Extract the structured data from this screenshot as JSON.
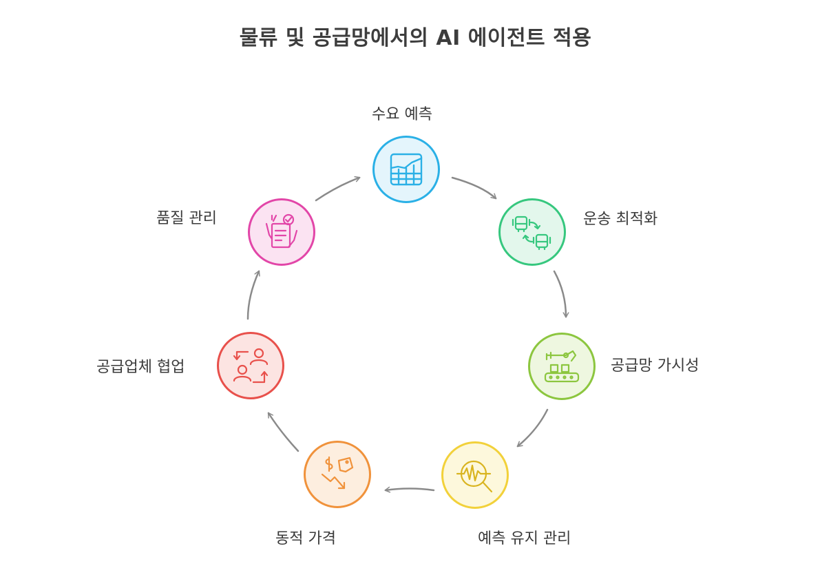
{
  "title": "물류 및 공급망에서의 AI 에이전트 적용",
  "nodes": [
    {
      "id": "demand",
      "label": "수요 예측",
      "icon": "chart-grid-icon",
      "color": "#2ab0e6",
      "fill": "#e4f5fc"
    },
    {
      "id": "transport",
      "label": "운송 최적화",
      "icon": "bus-route-icon",
      "color": "#36c77e",
      "fill": "#e3f7ec"
    },
    {
      "id": "visibility",
      "label": "공급망 가시성",
      "icon": "conveyor-robot-arm-icon",
      "color": "#8cc63f",
      "fill": "#eef7e0"
    },
    {
      "id": "maintenance",
      "label": "예측 유지 관리",
      "icon": "waveform-magnifier-icon",
      "color": "#f2d13a",
      "fill": "#fdf8dc"
    },
    {
      "id": "pricing",
      "label": "동적 가격",
      "icon": "price-drop-icon",
      "color": "#f0923b",
      "fill": "#fdeedf"
    },
    {
      "id": "suppliers",
      "label": "공급업체 협업",
      "icon": "people-exchange-icon",
      "color": "#e8504b",
      "fill": "#fce4e2"
    },
    {
      "id": "quality",
      "label": "품질 관리",
      "icon": "checklist-hand-icon",
      "color": "#e246a8",
      "fill": "#fbe3f2"
    }
  ]
}
